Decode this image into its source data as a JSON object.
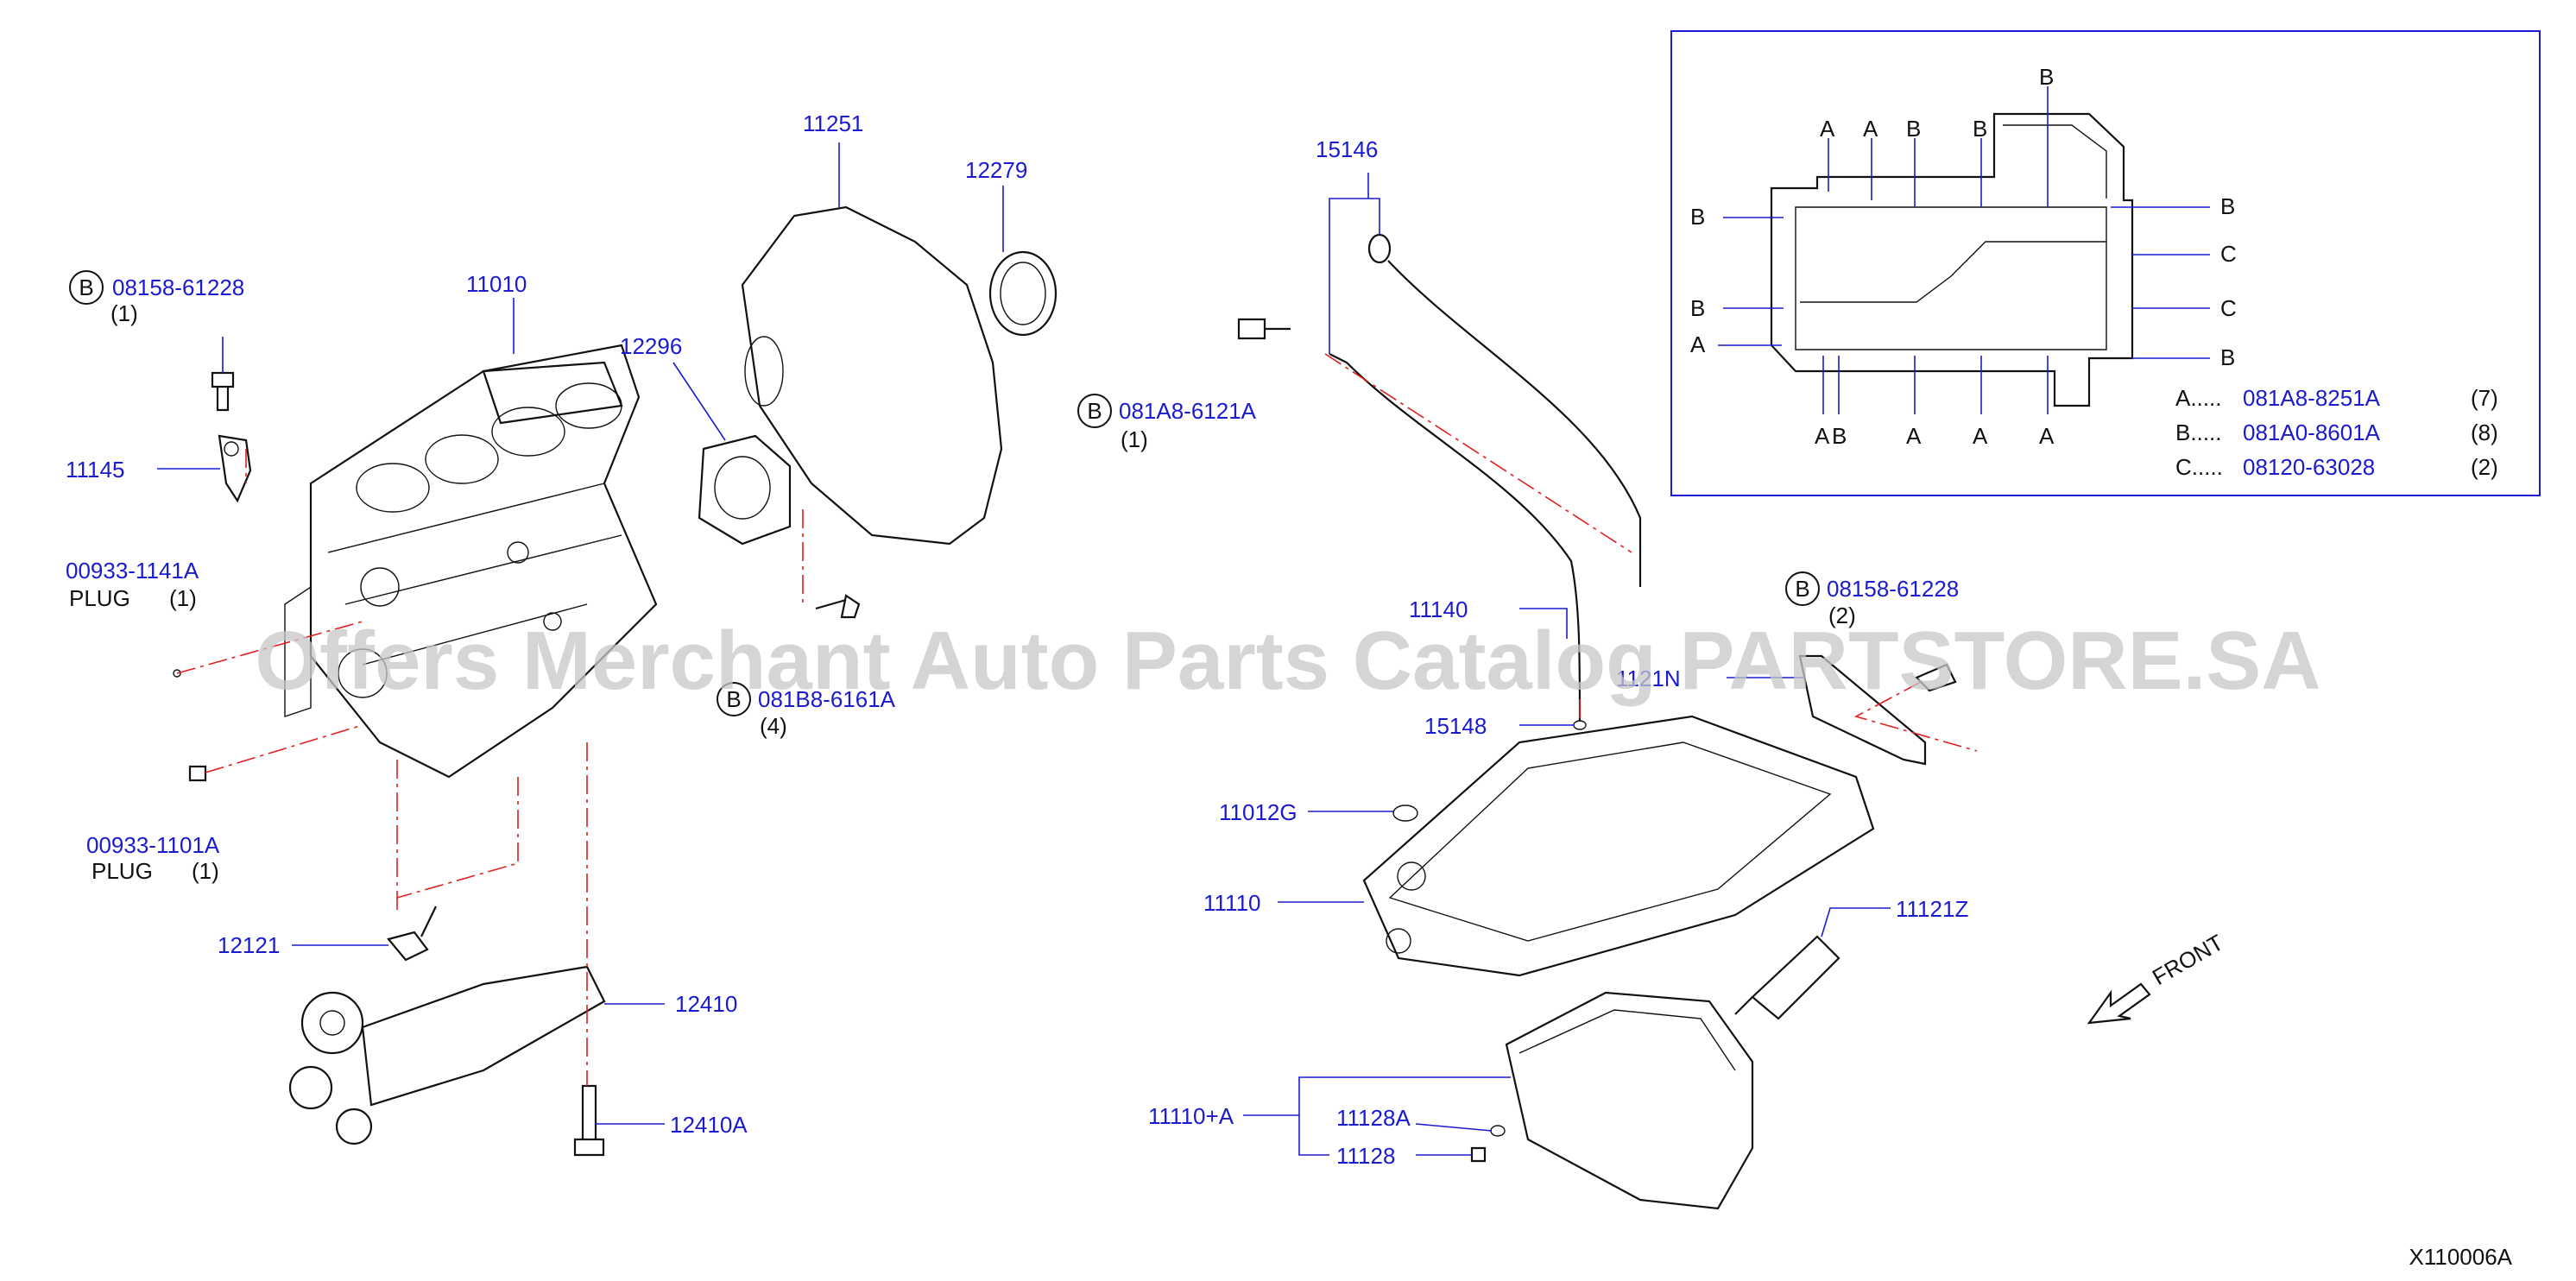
{
  "callouts": {
    "p08158_61228_top": {
      "part": "08158-61228",
      "qty": "(1)",
      "circle": "B"
    },
    "p11010": {
      "part": "11010"
    },
    "p11145": {
      "part": "11145"
    },
    "p12296": {
      "part": "12296"
    },
    "p11251": {
      "part": "11251"
    },
    "p12279": {
      "part": "12279"
    },
    "p00933_1141A": {
      "part": "00933-1141A",
      "name": "PLUG",
      "qty": "(1)"
    },
    "p081B8_6161A": {
      "part": "081B8-6161A",
      "qty": "(4)",
      "circle": "B"
    },
    "p00933_1101A": {
      "part": "00933-1101A",
      "name": "PLUG",
      "qty": "(1)"
    },
    "p12121": {
      "part": "12121"
    },
    "p12410": {
      "part": "12410"
    },
    "p12410A": {
      "part": "12410A"
    },
    "p15146": {
      "part": "15146"
    },
    "p081A8_6121A": {
      "part": "081A8-6121A",
      "qty": "(1)",
      "circle": "B"
    },
    "p11140": {
      "part": "11140"
    },
    "p15148": {
      "part": "15148"
    },
    "p08158_61228_right": {
      "part": "08158-61228",
      "qty": "(2)",
      "circle": "B"
    },
    "p1121N": {
      "part": "1121N"
    },
    "p11012G": {
      "part": "11012G"
    },
    "p11110": {
      "part": "11110"
    },
    "p11121Z": {
      "part": "11121Z"
    },
    "p11110A": {
      "part": "11110+A"
    },
    "p11128A": {
      "part": "11128A"
    },
    "p11128": {
      "part": "11128"
    }
  },
  "inset": {
    "top_letters": [
      "A",
      "A",
      "B",
      "B",
      "B"
    ],
    "bottom_letters": [
      "A",
      "B",
      "A",
      "A",
      "A"
    ],
    "left_letters": [
      "B",
      "B",
      "A"
    ],
    "right_letters": [
      "B",
      "C",
      "C",
      "B"
    ],
    "legend": [
      {
        "key": "A.....",
        "part": "081A8-8251A",
        "qty": "(7)"
      },
      {
        "key": "B.....",
        "part": "081A0-8601A",
        "qty": "(8)"
      },
      {
        "key": "C.....",
        "part": "08120-63028",
        "qty": "(2)"
      }
    ]
  },
  "front_label": "FRONT",
  "diagram_code": "X110006A",
  "watermark": "Offers Merchant Auto Parts Catalog PARTSTORE.SA",
  "colors": {
    "label": "#1a1ad0",
    "guide": "#e02020",
    "line": "#111111"
  }
}
